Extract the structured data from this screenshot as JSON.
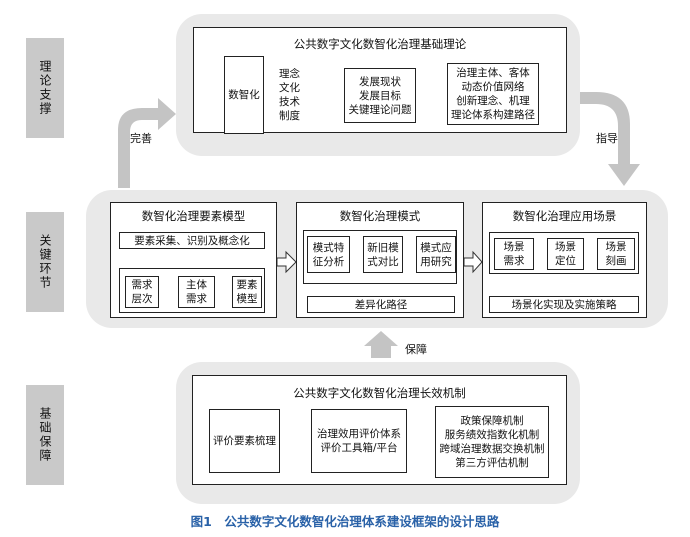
{
  "side_labels": {
    "theory": "理论支撑",
    "key": "关键环节",
    "base": "基础保障"
  },
  "flow_labels": {
    "perfect": "完善",
    "guide": "指导",
    "guarantee": "保障"
  },
  "top": {
    "title": "公共数字文化数智化治理基础理论",
    "digital": "数智化",
    "branches": [
      "理念",
      "文化",
      "技术",
      "制度"
    ],
    "development": "发展现状\n发展目标\n关键理论问题",
    "result": "治理主体、客体\n动态价值网络\n创新理念、机理\n理论体系构建路径"
  },
  "middle": {
    "elements": {
      "title": "数智化治理要素模型",
      "collect": "要素采集、识别及概念化",
      "items": [
        "需求\n层次",
        "主体\n需求",
        "要素\n模型"
      ]
    },
    "mode": {
      "title": "数智化治理模式",
      "items": [
        "模式特\n征分析",
        "新旧模\n式对比",
        "模式应\n用研究"
      ],
      "bottom": "差异化路径"
    },
    "scene": {
      "title": "数智化治理应用场景",
      "items": [
        "场景\n需求",
        "场景\n定位",
        "场景\n刻画"
      ],
      "bottom": "场景化实现及实施策略"
    }
  },
  "bottom": {
    "title": "公共数字文化数智化治理长效机制",
    "eval": "评价要素梳理",
    "system": "治理效用评价体系\n评价工具箱/平台",
    "mechanisms": "政策保障机制\n服务绩效指数化机制\n跨域治理数据交换机制\n第三方评估机制"
  },
  "caption": "图1　公共数字文化数智化治理体系建设框架的设计思路"
}
